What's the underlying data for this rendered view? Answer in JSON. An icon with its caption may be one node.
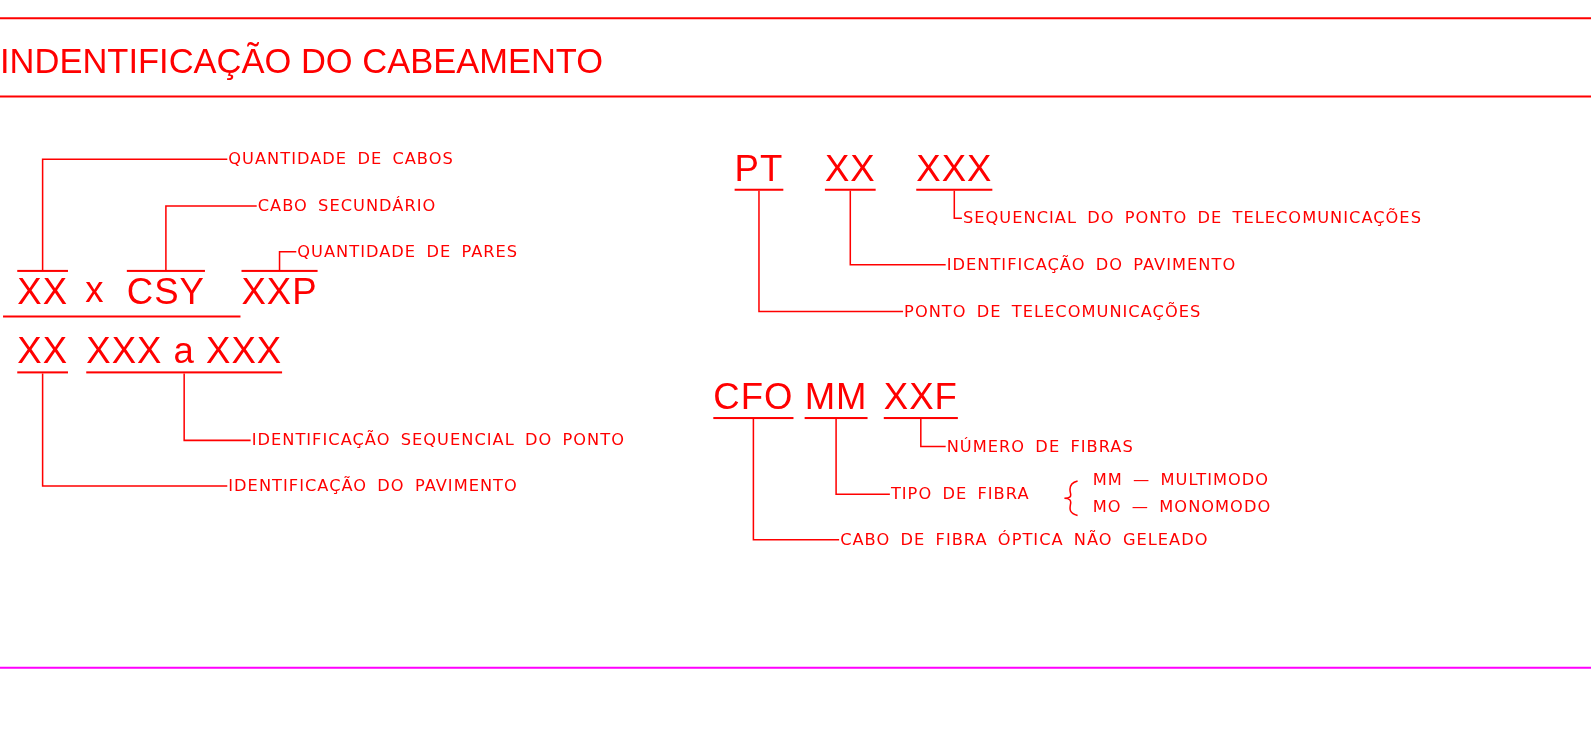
{
  "diagram": {
    "title": "INDENTIFICAÇÃO DO CABEAMENTO",
    "nodes": [
      {
        "text": [
          "XX"
        ]
      },
      {
        "text": [
          "CSY"
        ]
      },
      {
        "text": [
          "XXP"
        ]
      },
      {
        "text": [
          "XX"
        ]
      },
      {
        "text": [
          "XXX a XXX"
        ]
      },
      {
        "text": [
          "QUANTIDADE DE CABOS"
        ]
      },
      {
        "text": [
          "CABO SECUNDÁRIO"
        ]
      },
      {
        "text": [
          "QUANTIDADE DE PARES"
        ]
      },
      {
        "text": [
          "IDENTIFICAÇÃO SEQUENCIAL DO PONTO"
        ]
      },
      {
        "text": [
          "IDENTIFICAÇÃO DO PAVIMENTO"
        ]
      },
      {
        "text": [
          "PT"
        ]
      },
      {
        "text": [
          "XX"
        ]
      },
      {
        "text": [
          "XXX"
        ]
      },
      {
        "text": [
          "SEQUENCIAL DO PONTO DE TELECOMUNICAÇÕES"
        ]
      },
      {
        "text": [
          "IDENTIFICAÇÃO DO PAVIMENTO"
        ]
      },
      {
        "text": [
          "PONTO DE TELECOMUNICAÇÕES"
        ]
      },
      {
        "text": [
          "CFO"
        ]
      },
      {
        "text": [
          "MM"
        ]
      },
      {
        "text": [
          "XXF"
        ]
      },
      {
        "text": [
          "NÚMERO DE FIBRAS"
        ]
      },
      {
        "text": [
          "TIPO DE FIBRA"
        ]
      },
      {
        "text": [
          "CABO DE FIBRA ÓPTICA NÃO GELEADO"
        ]
      }
    ],
    "edges": [
      {
        "from": 0,
        "to": 5,
        "arrow": "none"
      },
      {
        "from": 1,
        "to": 6,
        "arrow": "none"
      },
      {
        "from": 2,
        "to": 7,
        "arrow": "none"
      },
      {
        "from": 4,
        "to": 8,
        "arrow": "none"
      },
      {
        "from": 3,
        "to": 9,
        "arrow": "none"
      },
      {
        "from": 12,
        "to": 13,
        "arrow": "none"
      },
      {
        "from": 11,
        "to": 14,
        "arrow": "none"
      },
      {
        "from": 10,
        "to": 15,
        "arrow": "none"
      },
      {
        "from": 18,
        "to": 19,
        "arrow": "none"
      },
      {
        "from": 17,
        "to": 20,
        "arrow": "none"
      },
      {
        "from": 16,
        "to": 21,
        "arrow": "none"
      }
    ],
    "labels": [
      "x",
      "MM — MULTIMODO",
      "MO — MONOMODO"
    ]
  }
}
